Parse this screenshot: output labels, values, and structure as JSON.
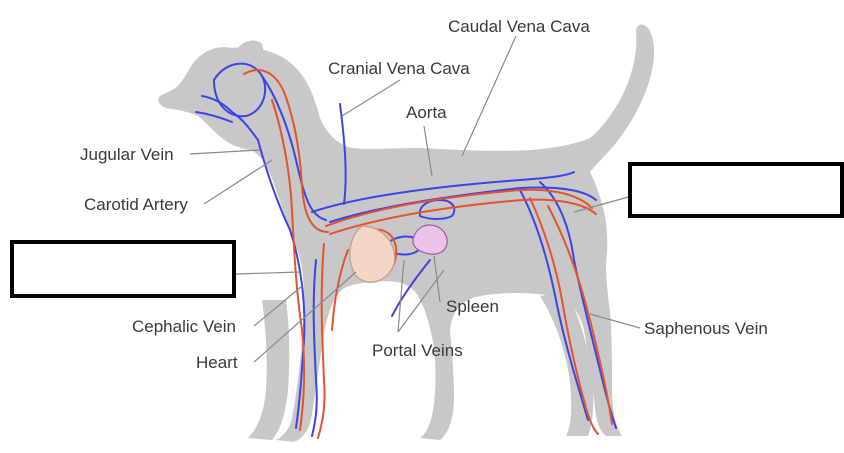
{
  "labels": {
    "caudal_vena_cava": "Caudal Vena Cava",
    "cranial_vena_cava": "Cranial Vena Cava",
    "aorta": "Aorta",
    "jugular_vein": "Jugular Vein",
    "carotid_artery": "Carotid Artery",
    "cephalic_vein": "Cephalic Vein",
    "heart": "Heart",
    "spleen": "Spleen",
    "portal_veins": "Portal Veins",
    "saphenous_vein": "Saphenous Vein"
  },
  "blank_label_boxes": 2,
  "colors": {
    "silhouette": "#c8c8c8",
    "veins": "#3b44e6",
    "arteries": "#e5532c",
    "label_text": "#3a3a3a",
    "leader_lines": "#8a8a8a"
  }
}
